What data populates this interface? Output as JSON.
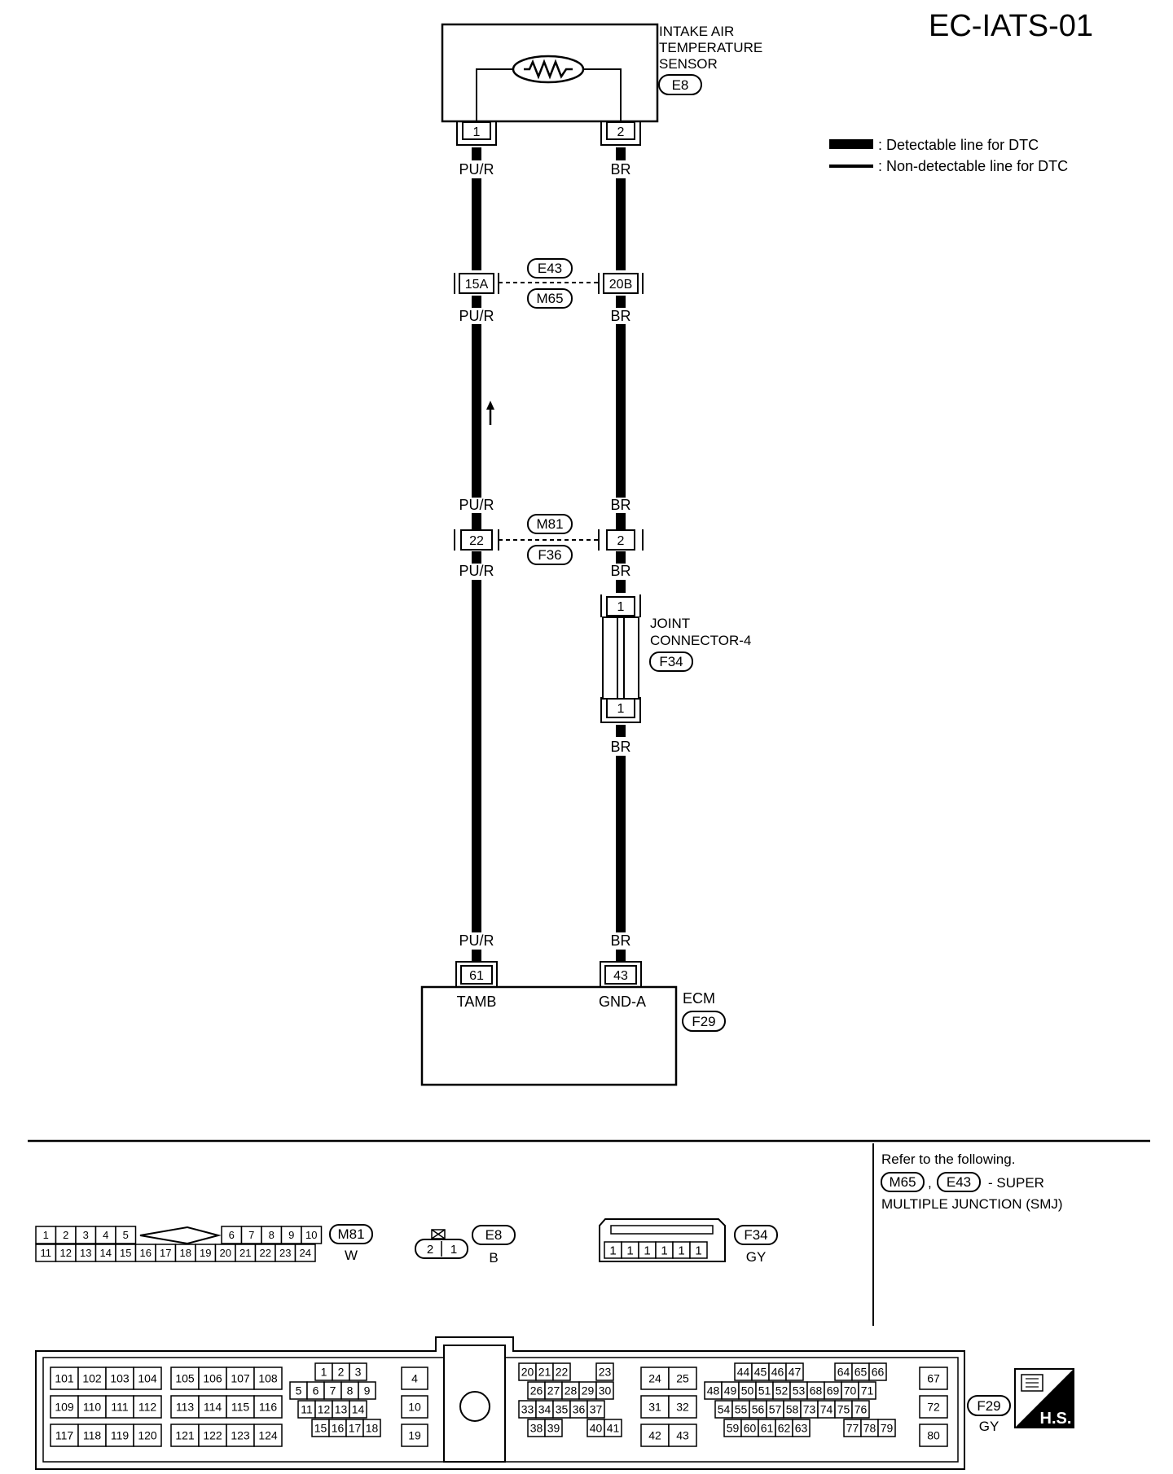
{
  "diagram_id": "EC-IATS-01",
  "legend": {
    "detectable": ": Detectable line for DTC",
    "nondetectable": ": Non-detectable line for DTC"
  },
  "sensor": {
    "name_lines": [
      "INTAKE AIR",
      "TEMPERATURE",
      "SENSOR"
    ],
    "connector": "E8",
    "pin_left": "1",
    "pin_right": "2"
  },
  "wires": {
    "left_color": "PU/R",
    "right_color": "BR"
  },
  "junction1": {
    "left_pin": "15A",
    "right_pin": "20B",
    "connector_top": "E43",
    "connector_bottom": "M65"
  },
  "junction2": {
    "left_pin": "22",
    "right_pin": "2",
    "connector_top": "M81",
    "connector_bottom": "F36"
  },
  "joint_connector": {
    "name_lines": [
      "JOINT",
      "CONNECTOR-4"
    ],
    "connector": "F34",
    "pin_top": "1",
    "pin_bottom": "1"
  },
  "ecm": {
    "name": "ECM",
    "connector": "F29",
    "pin_left": "61",
    "pin_right": "43",
    "term_left": "TAMB",
    "term_right": "GND-A"
  },
  "refer": {
    "line1": "Refer to the following.",
    "conn_a": "M65",
    "sep": ",",
    "conn_b": "E43",
    "text_a": "- SUPER",
    "text_b": "MULTIPLE JUNCTION (SMJ)"
  },
  "connector_views": {
    "m81": {
      "id": "M81",
      "color": "W",
      "top": [
        "1",
        "2",
        "3",
        "4",
        "5",
        "6",
        "7",
        "8",
        "9",
        "10"
      ],
      "bottom": [
        "11",
        "12",
        "13",
        "14",
        "15",
        "16",
        "17",
        "18",
        "19",
        "20",
        "21",
        "22",
        "23",
        "24"
      ]
    },
    "e8": {
      "id": "E8",
      "color": "B",
      "pins": [
        "2",
        "1"
      ]
    },
    "f34": {
      "id": "F34",
      "color": "GY",
      "pins": [
        "1",
        "1",
        "1",
        "1",
        "1",
        "1"
      ]
    },
    "f29": {
      "id": "F29",
      "color": "GY",
      "block_a": [
        [
          "101",
          "102",
          "103",
          "104"
        ],
        [
          "109",
          "110",
          "111",
          "112"
        ],
        [
          "117",
          "118",
          "119",
          "120"
        ]
      ],
      "block_b": [
        [
          "105",
          "106",
          "107",
          "108"
        ],
        [
          "113",
          "114",
          "115",
          "116"
        ],
        [
          "121",
          "122",
          "123",
          "124"
        ]
      ],
      "block_c": [
        [
          "1",
          "2",
          "3"
        ],
        [
          "5",
          "6",
          "7",
          "8",
          "9"
        ],
        [
          "11",
          "12",
          "13",
          "14"
        ],
        [
          "15",
          "16",
          "17",
          "18"
        ]
      ],
      "block_d": [
        "4",
        "10",
        "19"
      ],
      "block_e": [
        [
          "20",
          "21",
          "22",
          "23"
        ],
        [
          "26",
          "27",
          "28",
          "29",
          "30"
        ],
        [
          "33",
          "34",
          "35",
          "36",
          "37"
        ],
        [
          "38",
          "39",
          "40",
          "41"
        ]
      ],
      "block_f": [
        [
          "24",
          "25"
        ],
        [
          "31",
          "32"
        ],
        [
          "42",
          "43"
        ]
      ],
      "block_g": [
        [
          "44",
          "45",
          "46",
          "47",
          "64",
          "65",
          "66"
        ],
        [
          "48",
          "49",
          "50",
          "51",
          "52",
          "53",
          "68",
          "69",
          "70",
          "71"
        ],
        [
          "54",
          "55",
          "56",
          "57",
          "58",
          "73",
          "74",
          "75",
          "76"
        ],
        [
          "59",
          "60",
          "61",
          "62",
          "63",
          "77",
          "78",
          "79"
        ]
      ],
      "block_h": [
        "67",
        "72",
        "80"
      ]
    },
    "hs": "H.S."
  }
}
